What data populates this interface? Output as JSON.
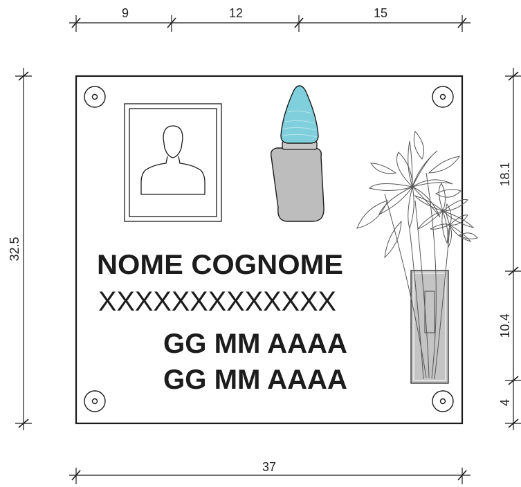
{
  "dimensions": {
    "top": [
      "9",
      "12",
      "15"
    ],
    "bottom": "37",
    "left": "32.5",
    "right": [
      "18.1",
      "10.4",
      "4"
    ]
  },
  "plaque": {
    "name": "NOME COGNOME",
    "subtitle": "XXXXXXXXXXXXX",
    "date_birth": "GG MM AAAA",
    "date_death": "GG MM AAAA"
  },
  "icons": {
    "photo": "portrait-photo-frame-icon",
    "lamp": "votive-lamp-icon",
    "vase": "flower-vase-icon",
    "screws": "screw-cap-icon"
  },
  "colors": {
    "flame": "#7fcfdc",
    "lamp_body": "#bdbdbd",
    "vase": "#c4c4c4",
    "line": "#1a1a1a",
    "flower_line": "#555555"
  }
}
